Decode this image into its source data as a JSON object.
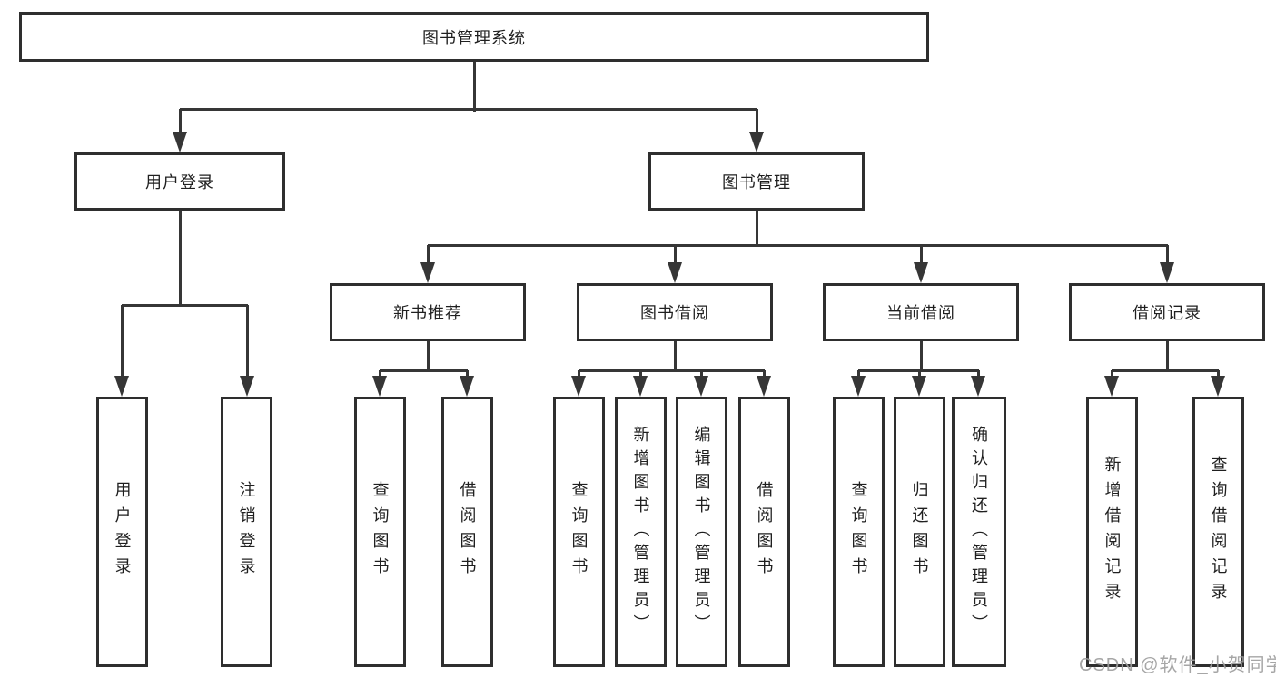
{
  "title": "图书管理系统",
  "watermark": "CSDN @软件_小贺同学",
  "colors": {
    "background": "#ffffff",
    "box_border": "#2e2e2e",
    "connector_line": "#363636",
    "text": "#1f1f1f",
    "watermark_text": "#9e9e9e"
  },
  "branches": [
    {
      "label": "用户登录",
      "leaves": [
        "用户登录",
        "注销登录"
      ]
    },
    {
      "label": "图书管理",
      "sections": [
        {
          "label": "新书推荐",
          "leaves": [
            "查询图书",
            "借阅图书"
          ]
        },
        {
          "label": "图书借阅",
          "leaves": [
            "查询图书",
            "新增图书（管理员）",
            "编辑图书（管理员）",
            "借阅图书"
          ]
        },
        {
          "label": "当前借阅",
          "leaves": [
            "查询图书",
            "归还图书",
            "确认归还（管理员）"
          ]
        },
        {
          "label": "借阅记录",
          "leaves": [
            "新增借阅记录",
            "查询借阅记录"
          ]
        }
      ]
    }
  ]
}
